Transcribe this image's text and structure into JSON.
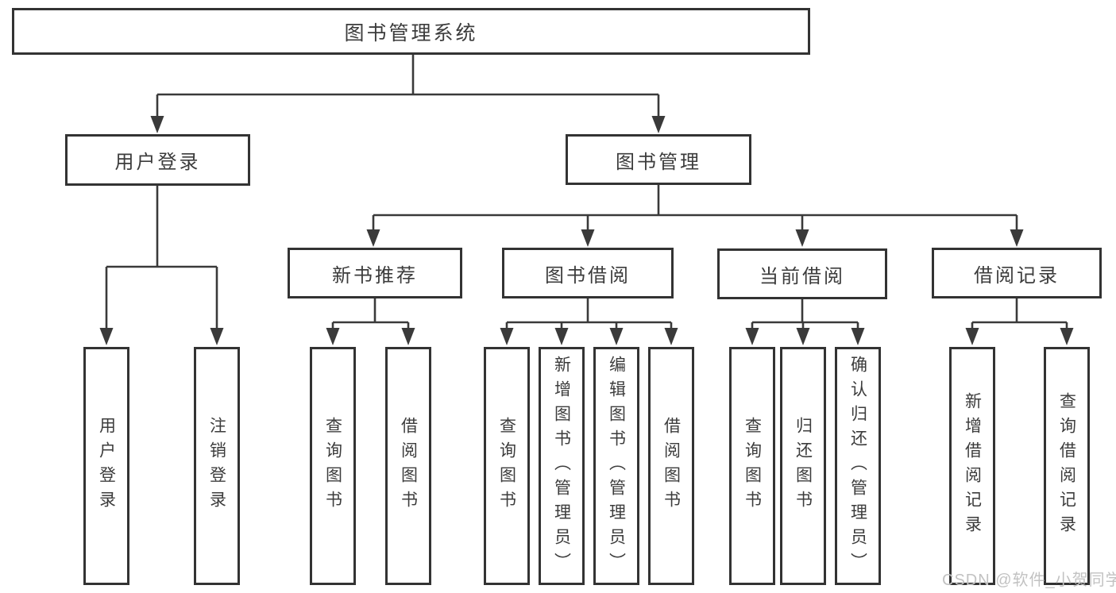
{
  "root": {
    "label": "图书管理系统"
  },
  "branches": {
    "user_login": {
      "label": "用户登录",
      "leaves": [
        {
          "label": "用户登录"
        },
        {
          "label": "注销登录"
        }
      ]
    },
    "book_mgmt": {
      "label": "图书管理",
      "sections": [
        {
          "label": "新书推荐",
          "leaves": [
            {
              "label": "查询图书"
            },
            {
              "label": "借阅图书"
            }
          ]
        },
        {
          "label": "图书借阅",
          "leaves": [
            {
              "label": "查询图书"
            },
            {
              "label": "新增图书（管理员）"
            },
            {
              "label": "编辑图书（管理员）"
            },
            {
              "label": "借阅图书"
            }
          ]
        },
        {
          "label": "当前借阅",
          "leaves": [
            {
              "label": "查询图书"
            },
            {
              "label": "归还图书"
            },
            {
              "label": "确认归还（管理员）"
            }
          ]
        },
        {
          "label": "借阅记录",
          "leaves": [
            {
              "label": "新增借阅记录"
            },
            {
              "label": "查询借阅记录"
            }
          ]
        }
      ]
    }
  },
  "watermark": {
    "text": "CSDN @软件_小贺同学"
  },
  "colors": {
    "line": "#3a3a3a",
    "border": "#333333",
    "text": "#3c3c3c",
    "watermark": "#c2c2c2",
    "background": "#ffffff"
  }
}
